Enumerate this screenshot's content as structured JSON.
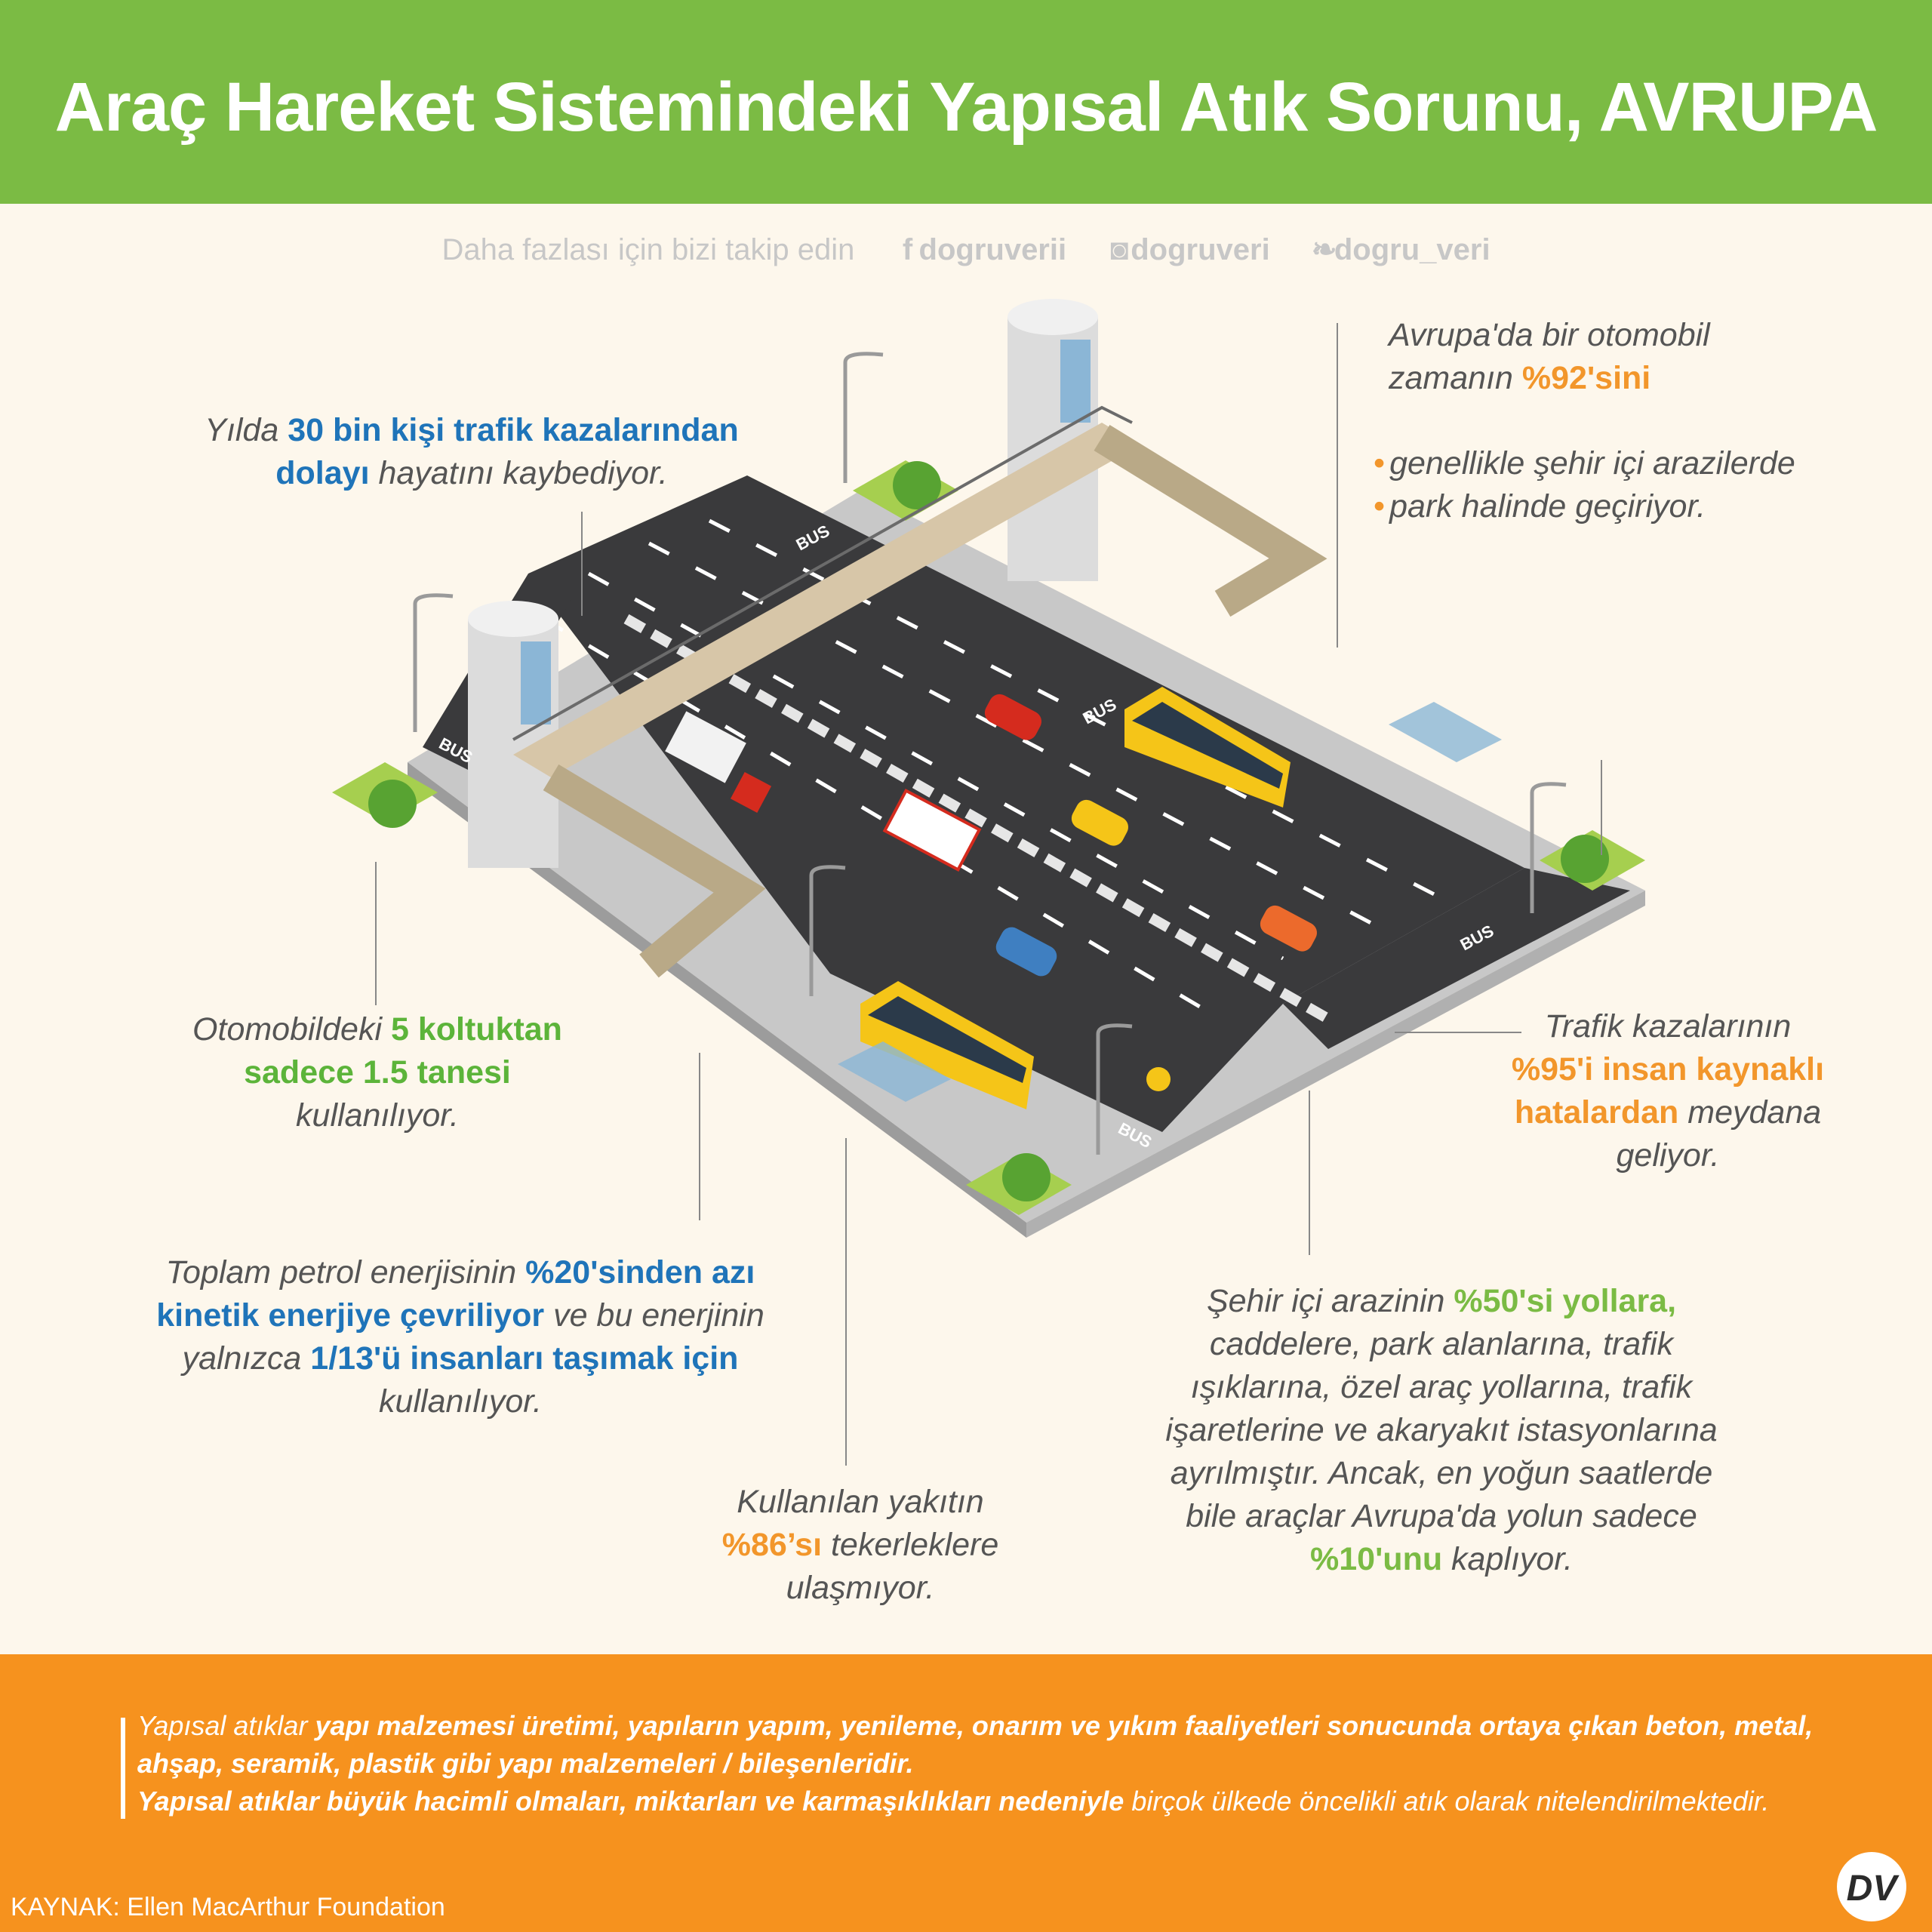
{
  "header": {
    "title": "Araç Hareket Sistemindeki  Yapısal Atık Sorunu, AVRUPA"
  },
  "social": {
    "prompt": "Daha fazlası için bizi takip edin",
    "facebook_icon": "f",
    "facebook": "dogruverii",
    "instagram_icon": "◙",
    "instagram": "dogruveri",
    "twitter_icon": "❧",
    "twitter": "dogru_veri"
  },
  "illustration": {
    "bus_label": "BUS"
  },
  "callouts": {
    "deaths": {
      "t1": "Yılda ",
      "b1": "30 bin kişi trafik kazalarından",
      "b2": "dolayı",
      "t2": " hayatını kaybediyor."
    },
    "parked": {
      "l1": "Avrupa'da bir otomobil",
      "l2a": "zamanın ",
      "l2b": "%92'sini",
      "bullet": "•",
      "l3": "genellikle şehir içi arazilerde",
      "l4": "park halinde geçiriyor."
    },
    "seats": {
      "t1": "Otomobildeki ",
      "b1": "5 koltuktan",
      "b2": "sadece 1.5 tanesi",
      "t2": "kullanılıyor."
    },
    "accidents": {
      "t1": "Trafik kazalarının",
      "b1": "%95'i insan kaynaklı",
      "b2": "hatalardan",
      "t2": " meydana",
      "t3": "geliyor."
    },
    "petrol": {
      "t1": "Toplam petrol enerjisinin ",
      "b1": "%20'sinden azı",
      "b2": "kinetik enerjiye çevriliyor",
      "t2": " ve bu enerjinin",
      "t3": "yalnızca ",
      "b3": "1/13'ü insanları taşımak için",
      "t4": "kullanılıyor."
    },
    "fuel": {
      "t1": "Kullanılan yakıtın",
      "b1": "%86’sı",
      "t2": " tekerleklere",
      "t3": "ulaşmıyor."
    },
    "land": {
      "t1": "Şehir içi arazinin ",
      "b1": "%50'si yollara,",
      "l2": "caddelere, park alanlarına, trafik",
      "l3": "ışıklarına, özel araç yollarına, trafik",
      "l4": "işaretlerine ve akaryakıt istasyonlarına",
      "l5": "ayrılmıştır. Ancak, en yoğun saatlerde",
      "l6": "bile araçlar Avrupa'da yolun sadece",
      "b2": "%10'unu",
      "t2": " kaplıyor."
    }
  },
  "footer": {
    "a1": "Yapısal atıklar ",
    "b1": "yapı malzemesi üretimi, yapıların yapım, yenileme, onarım ve yıkım faaliyetleri sonucunda ortaya çıkan beton, metal,",
    "b2": "ahşap, seramik, plastik gibi yapı malzemeleri / bileşenleridir.",
    "b3": "Yapısal atıklar büyük hacimli olmaları, miktarları ve karmaşıklıkları nedeniyle",
    "a2": " birçok ülkede öncelikli atık olarak nitelendirilmektedir."
  },
  "source": "KAYNAK: Ellen MacArthur Foundation",
  "logo": {
    "text": "DV"
  },
  "colors": {
    "green": "#7bbb44",
    "orange": "#f6921e",
    "blue": "#1f74b9",
    "road": "#3a3a3c",
    "sidewalk": "#c8c8c8"
  }
}
